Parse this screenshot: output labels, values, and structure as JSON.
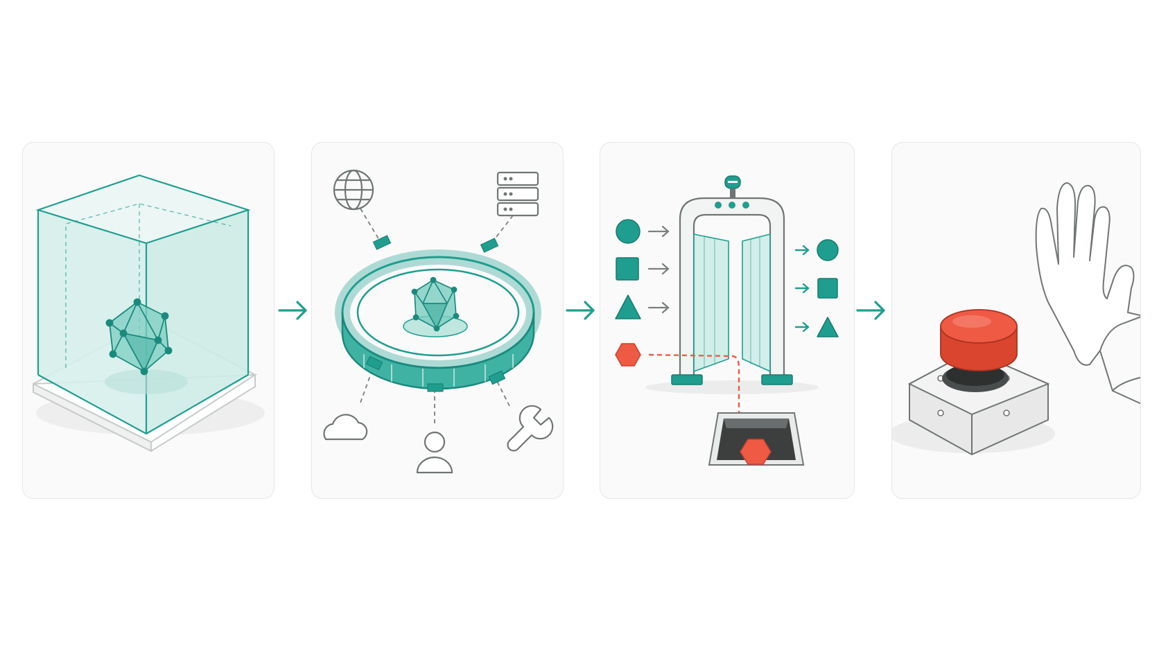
{
  "colors": {
    "teal": "#1f9e8f",
    "teal_light": "#bfe6df",
    "teal_pale": "#dff3ef",
    "red": "#ef5a45",
    "outline": "#6f7474",
    "panel_bg": "#fafafa",
    "panel_border": "#e4e6e6"
  },
  "panels": [
    {
      "id": "containment",
      "icons": [
        "glass-box-icon",
        "polyhedron-icon"
      ]
    },
    {
      "id": "access-control",
      "icons": [
        "ring-wall-icon",
        "polyhedron-icon",
        "globe-icon",
        "server-icon",
        "cloud-icon",
        "user-icon",
        "wrench-icon"
      ]
    },
    {
      "id": "filtering",
      "icons": [
        "gate-icon",
        "circle-shape-icon",
        "square-shape-icon",
        "triangle-shape-icon",
        "hexagon-shape-icon",
        "trapdoor-icon"
      ]
    },
    {
      "id": "shutdown",
      "icons": [
        "stop-button-icon",
        "stop-hand-icon"
      ]
    }
  ],
  "flow": [
    "arrow-right-icon",
    "arrow-right-icon",
    "arrow-right-icon"
  ]
}
